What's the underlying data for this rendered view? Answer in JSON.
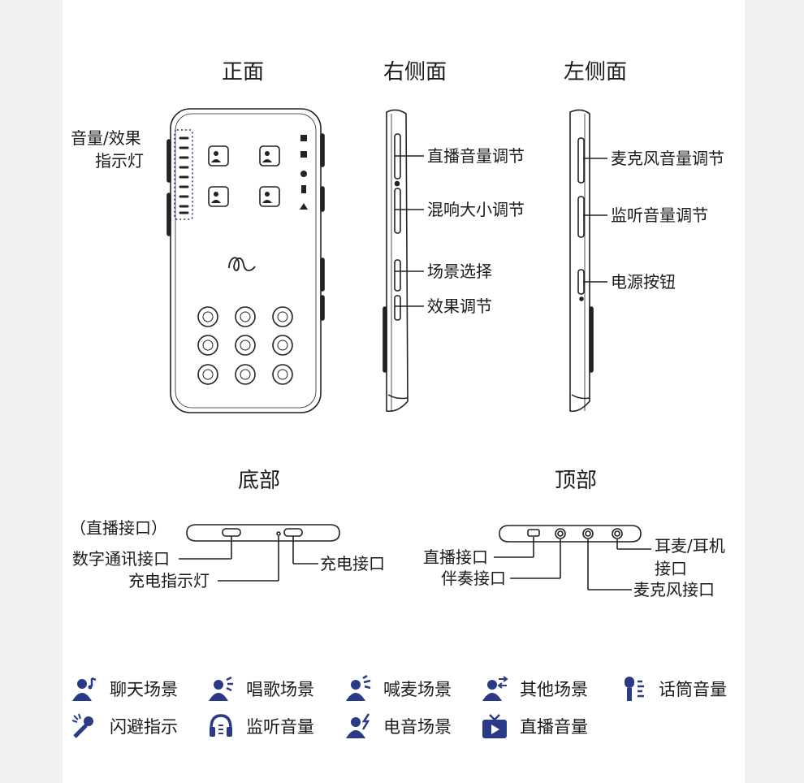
{
  "sections": {
    "front": "正面",
    "right_side": "右侧面",
    "left_side": "左侧面",
    "bottom": "底部",
    "top": "顶部"
  },
  "front_labels": {
    "indicator_line1": "音量/效果",
    "indicator_line2": "指示灯"
  },
  "right_labels": {
    "live_volume": "直播音量调节",
    "reverb": "混响大小调节",
    "scene_select": "场景选择",
    "effect_adjust": "效果调节"
  },
  "left_labels": {
    "mic_volume": "麦克风音量调节",
    "monitor_volume": "监听音量调节",
    "power_button": "电源按钮"
  },
  "bottom_labels": {
    "live_port_note": "（直播接口）",
    "digital_port": "数字通讯接口",
    "charge_indicator": "充电指示灯",
    "charge_port": "充电接口"
  },
  "top_labels": {
    "live_port": "直播接口",
    "accompany_port": "伴奏接口",
    "headset_line1": "耳麦/耳机",
    "headset_line2": "接口",
    "mic_port": "麦克风接口"
  },
  "legend": [
    {
      "icon": "chat-scene-icon",
      "label": "聊天场景"
    },
    {
      "icon": "sing-scene-icon",
      "label": "唱歌场景"
    },
    {
      "icon": "shout-scene-icon",
      "label": "喊麦场景"
    },
    {
      "icon": "other-scene-icon",
      "label": "其他场景"
    },
    {
      "icon": "mic-volume-icon",
      "label": "话筒音量"
    },
    {
      "icon": "dodge-icon",
      "label": "闪避指示"
    },
    {
      "icon": "headphone-icon",
      "label": "监听音量"
    },
    {
      "icon": "electro-scene-icon",
      "label": "电音场景"
    },
    {
      "icon": "live-icon",
      "label": "直播音量"
    }
  ],
  "colors": {
    "accent": "#2b3a87",
    "line": "#222222",
    "indicator_dots": "#2b3a87"
  }
}
